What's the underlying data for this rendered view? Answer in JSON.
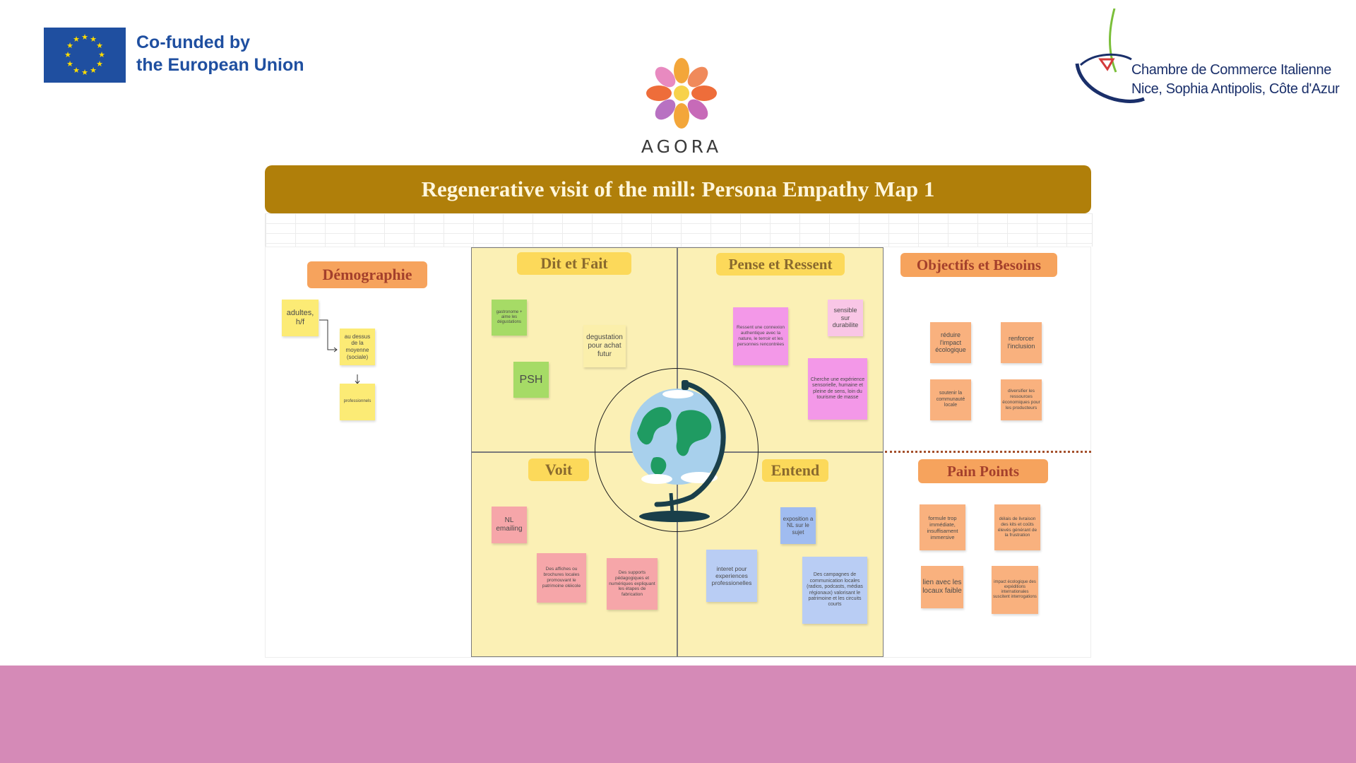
{
  "header": {
    "eu_line1": "Co-funded by",
    "eu_line2": "the European Union",
    "agora": "AGORA",
    "cci_line1": "Chambre de Commerce Italienne",
    "cci_line2": "Nice, Sophia Antipolis, Côte d'Azur"
  },
  "banner": {
    "title": "Regenerative visit of the mill: Persona Empathy Map 1"
  },
  "sections": {
    "demographie": "Démographie",
    "dit_et_fait": "Dit et Fait",
    "pense_et_ressent": "Pense et Ressent",
    "objectifs": "Objectifs et Besoins",
    "voit": "Voit",
    "entend": "Entend",
    "pain_points": "Pain Points"
  },
  "demographie": {
    "n1": "adultes, h/f",
    "n2": "au dessus de la moyenne (sociale)",
    "n3": "professionnels"
  },
  "dit_et_fait": {
    "n1": "gastronome + aime les dégustations",
    "n2": "degustation pour achat futur",
    "n3": "PSH"
  },
  "pense_et_ressent": {
    "n1": "Ressent une connexion authentique avec la nature, le terroir et les personnes rencontrées",
    "n2": "sensible sur durabilite",
    "n3": "Cherche une expérience sensorielle, humaine et pleine de sens, loin du tourisme de masse"
  },
  "objectifs": {
    "n1": "réduire l'impact écologique",
    "n2": "renforcer l'inclusion",
    "n3": "soutenir la communauté locale",
    "n4": "diversifier les ressources économiques pour les producteurs"
  },
  "voit": {
    "n1": "NL emailing",
    "n2": "Des affiches ou brochures locales promouvant le patrimoine oléicole",
    "n3": "Des supports pédagogiques et numériques expliquant les étapes de fabrication"
  },
  "entend": {
    "n1": "exposition a NL sur le sujet",
    "n2": "interet pour experiences professionelles",
    "n3": "Des campagnes de communication locales (radios, podcasts, médias régionaux) valorisant le patrimoine et les circuits courts"
  },
  "pain_points": {
    "n1": "formule trop immédiate, insuffisament immersive",
    "n2": "délais de livraison des kits et coûts élevés générant de la frustration",
    "n3": "lien avec les locaux faible",
    "n4": "impact écologique des expéditions internationales suscitent interrogations"
  },
  "colors": {
    "banner": "#b07f0a",
    "footer": "#d58ab7",
    "quadrant": "#fbf0b5",
    "eu_blue": "#1f4fa0"
  }
}
